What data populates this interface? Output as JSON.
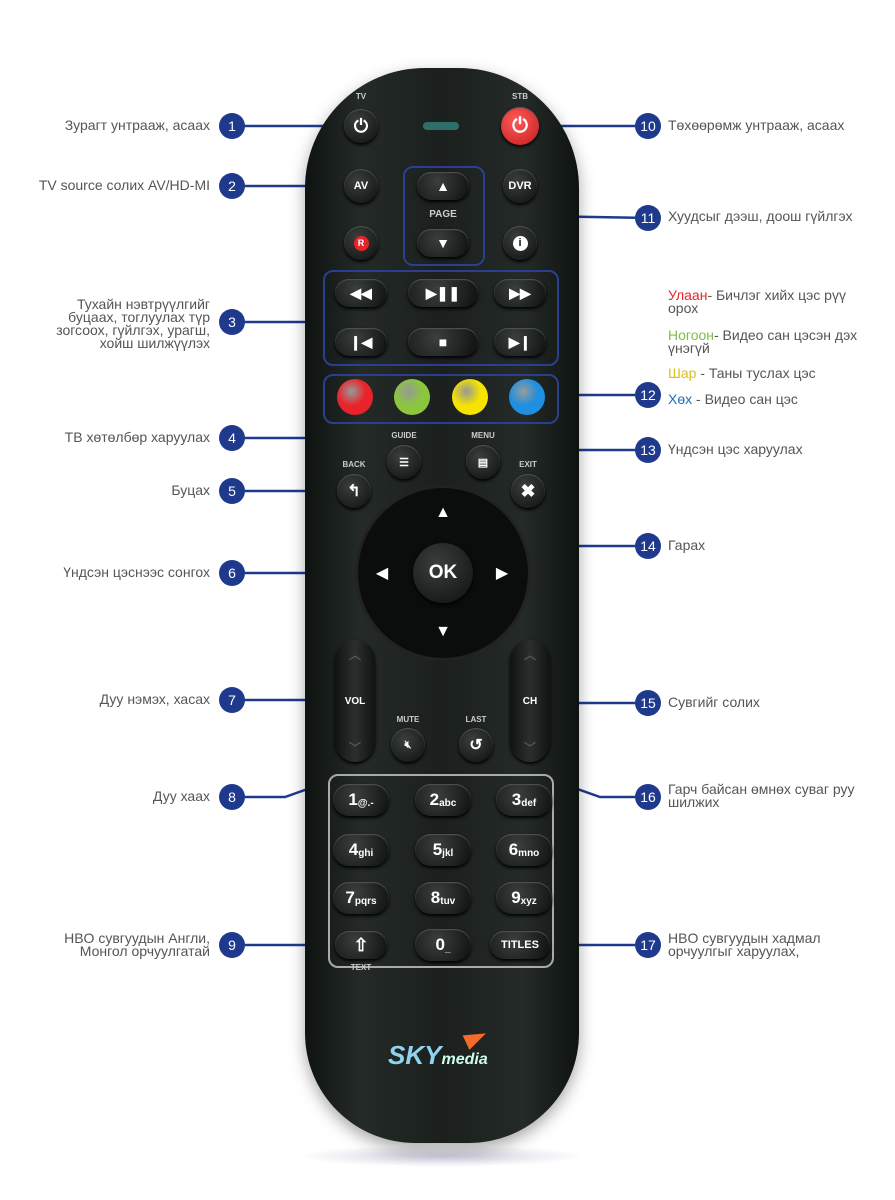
{
  "remote": {
    "labels": {
      "tv": "TV",
      "stb": "STB",
      "page": "PAGE",
      "guide": "GUIDE",
      "menu": "MENU",
      "back": "BACK",
      "exit": "EXIT",
      "mute": "MUTE",
      "last": "LAST",
      "text": "TEXT"
    },
    "buttons": {
      "av": "AV",
      "dvr": "DVR",
      "r": "R",
      "info": "i",
      "ok": "OK",
      "vol": "VOL",
      "ch": "CH",
      "titles": "TITLES",
      "keys": [
        {
          "d": "1",
          "s": "@.-"
        },
        {
          "d": "2",
          "s": "abc"
        },
        {
          "d": "3",
          "s": "def"
        },
        {
          "d": "4",
          "s": "ghi"
        },
        {
          "d": "5",
          "s": "jkl"
        },
        {
          "d": "6",
          "s": "mno"
        },
        {
          "d": "7",
          "s": "pqrs"
        },
        {
          "d": "8",
          "s": "tuv"
        },
        {
          "d": "9",
          "s": "xyz"
        },
        {
          "d": "0",
          "s": "_"
        }
      ]
    },
    "color_keys": [
      "#e8232b",
      "#8cc63f",
      "#f5e400",
      "#1f8fe0"
    ],
    "logo": {
      "sky": "SKY",
      "media": "media"
    }
  },
  "callouts": [
    {
      "n": "1",
      "text": "Зурагт унтрааж, асаах"
    },
    {
      "n": "2",
      "text": "TV source солих AV/HD-MI"
    },
    {
      "n": "3",
      "text": "Тухайн нэвтрүүлгийг буцаах, тоглуулах түр зогсоох, гүйлгэх, урагш, хойш шилжүүлэх"
    },
    {
      "n": "4",
      "text": "ТВ хөтөлбөр харуулах"
    },
    {
      "n": "5",
      "text": "Буцах"
    },
    {
      "n": "6",
      "text": "Үндсэн цэснээс сонгох"
    },
    {
      "n": "7",
      "text": "Дуу нэмэх, хасах"
    },
    {
      "n": "8",
      "text": "Дуу хаах"
    },
    {
      "n": "9",
      "text": "HBO сувгуудын Англи, Монгол орчуулгатай"
    },
    {
      "n": "10",
      "text": "Төхөөрөмж унтрааж, асаах"
    },
    {
      "n": "11",
      "text": "Хуудсыг дээш, доош гүйлгэх"
    },
    {
      "n": "12",
      "text": ""
    },
    {
      "n": "13",
      "text": "Үндсэн цэс харуулах"
    },
    {
      "n": "14",
      "text": "Гарах"
    },
    {
      "n": "15",
      "text": "Сувгийг солих"
    },
    {
      "n": "16",
      "text": "Гарч байсан өмнөх суваг руу шилжих"
    },
    {
      "n": "17",
      "text": "HBO сувгуудын хадмал орчуулгыг харуулах,"
    }
  ],
  "color_legend": [
    {
      "name": "Улаан",
      "desc": "- Бичлэг хийх цэс рүү орох",
      "color": "#e8232b"
    },
    {
      "name": "Ногоон",
      "desc": "- Видео сан цэсэн дэх үнэгүй",
      "color": "#7cc04b"
    },
    {
      "name": "Шар",
      "desc": " - Таны туслах цэс",
      "color": "#d9c21a"
    },
    {
      "name": "Хөх",
      "desc": " - Видео сан цэс",
      "color": "#1f6fb5"
    }
  ]
}
